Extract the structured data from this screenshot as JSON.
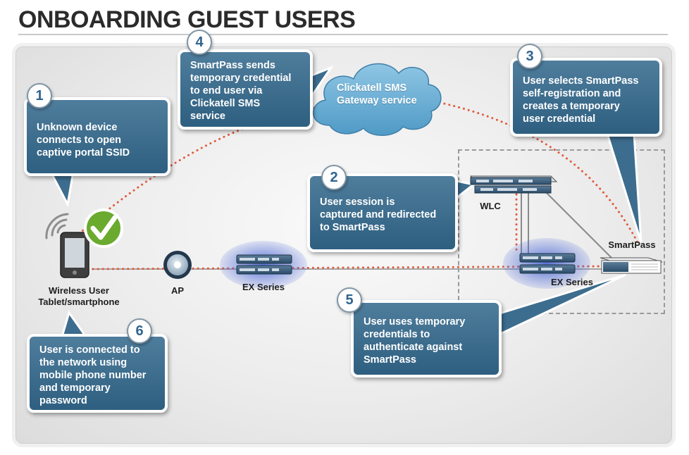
{
  "title": "ONBOARDING GUEST USERS",
  "steps": [
    {
      "number": "1",
      "lines": [
        "Unknown device",
        "connects to open",
        "captive portal SSID"
      ]
    },
    {
      "number": "2",
      "lines": [
        "User session is",
        "captured and redirected",
        "to SmartPass"
      ]
    },
    {
      "number": "3",
      "lines": [
        "User selects SmartPass",
        "self-registration and",
        "creates a temporary",
        "user credential"
      ]
    },
    {
      "number": "4",
      "lines": [
        "SmartPass sends",
        "temporary credential",
        "to end user via",
        "Clickatell SMS",
        "service"
      ]
    },
    {
      "number": "5",
      "lines": [
        "User uses temporary",
        "credentials to",
        "authenticate against",
        "SmartPass"
      ]
    },
    {
      "number": "6",
      "lines": [
        "User is connected to",
        "the network using",
        "mobile phone number",
        "and temporary",
        "password"
      ]
    }
  ],
  "cloud": {
    "lines": [
      "Clickatell SMS",
      "Gateway service"
    ]
  },
  "devices": {
    "wireless_user": [
      "Wireless User",
      "Tablet/smartphone"
    ],
    "ap": "AP",
    "ex_series_left": "EX Series",
    "ex_series_right": "EX Series",
    "wlc": "WLC",
    "smartpass": "SmartPass"
  },
  "colors": {
    "callout_fill": "#3d6d8e",
    "badge_text": "#2e6490",
    "connection_dots": "#e05a3c",
    "cloud_fill": "#6aafd4",
    "check_green": "#6aaa2e",
    "switch_glow": "#4a66d6"
  }
}
